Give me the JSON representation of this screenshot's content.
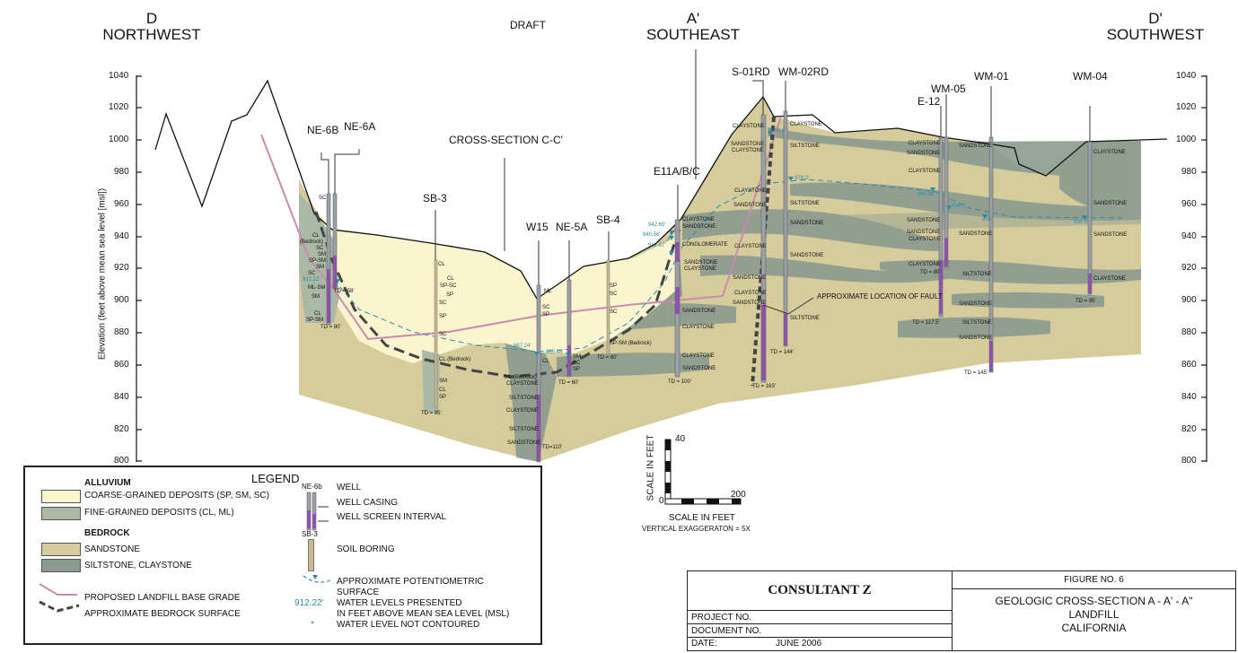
{
  "header": {
    "left": {
      "letter": "D",
      "direction": "NORTHWEST"
    },
    "center_note": "DRAFT",
    "center": {
      "letter": "A'",
      "direction": "SOUTHEAST"
    },
    "right": {
      "letter": "D'",
      "direction": "SOUTHWEST"
    }
  },
  "axis": {
    "ylabel": "Elevation  (feet above mean sea level [msl])",
    "ticks": [
      "1040",
      "1020",
      "1000",
      "980",
      "960",
      "940",
      "920",
      "900",
      "880",
      "860",
      "840",
      "820",
      "800"
    ]
  },
  "borings": {
    "ne6b": "NE-6B",
    "ne6a": "NE-6A",
    "sb3": "SB-3",
    "cross_section": "CROSS-SECTION C-C'",
    "w15": "W15",
    "ne5a": "NE-5A",
    "sb4": "SB-4",
    "e11": "E11A/B/C",
    "s01rd": "S-01RD",
    "wm02rd": "WM-02RD",
    "e12": "E-12",
    "wm05": "WM-05",
    "wm01": "WM-01",
    "wm04": "WM-04"
  },
  "annotations": {
    "fault": "APPROXIMATE LOCATION OF FAULT",
    "td_ne6": "TD = 80'",
    "td_ne6a": "TD = 58'",
    "td_sb3": "TD = 85'",
    "td_w15": "TD=110'",
    "td_ne5a": "TD = 60'",
    "td_sb4": "TD = 60'",
    "td_e11": "TD = 100'",
    "td_s01": "TD = 163'",
    "td_wm02": "TD = 144'",
    "td_e12": "TD = 117.5'",
    "td_wm05": "TD = 80'",
    "td_wm01": "TD = 145'",
    "td_wm04": "TD = 95'",
    "wl_ne6": "912.22'",
    "wl_w15": "867.24'",
    "wl_ne5a": "865.48'",
    "wl_e11a": "942.65'",
    "wl_e11b": "940.56'",
    "wl_e11c": "912.87'",
    "wl_s01": "1000.6'",
    "wl_wm02": "978.3'",
    "wl_e12": "969.86'",
    "wl_wm05": "958.3'",
    "wl_wm01": "950'",
    "wl_wm04": "950.6'"
  },
  "lithology": {
    "claystone": "CLAYSTONE",
    "sandstone": "SANDSTONE",
    "siltstone": "SILTSTONE",
    "conglomerate": "CONGLOMERATE",
    "sc": "SC",
    "sm": "SM",
    "cl": "CL",
    "sp": "SP",
    "ml": "ML",
    "sp_sm": "SP-SM",
    "ml_sm": "ML-SM",
    "sp_sc": "SP-SC",
    "bc": "BC",
    "cl_bedrock": "CL (Bedrock)",
    "bedrock": "(Bedrock)",
    "ml_bedrock": "ML (Bedrock)",
    "sp_sm_bedrock": "SP-SM (Bedrock)"
  },
  "scale": {
    "vertical_value": "40",
    "zero": "0",
    "horizontal_value": "200",
    "vertical_label": "SCALE IN FEET",
    "horizontal_label": "SCALE IN FEET",
    "exaggeration": "VERTICAL EXAGGERATON = 5X"
  },
  "legend": {
    "title": "LEGEND",
    "alluvium_heading": "ALLUVIUM",
    "coarse": "COARSE-GRAINED DEPOSITS (SP, SM, SC)",
    "fine": "FINE-GRAINED DEPOSITS (CL, ML)",
    "bedrock_heading": "BEDROCK",
    "sandstone": "SANDSTONE",
    "siltstone": "SILTSTONE, CLAYSTONE",
    "landfill": "PROPOSED LANDFILL BASE GRADE",
    "bedrock_surface": "APPROXIMATE BEDROCK SURFACE",
    "well_id": "NE-6b",
    "well": "WELL",
    "casing": "WELL CASING",
    "screen": "WELL SCREEN INTERVAL",
    "boring_id": "SB-3",
    "boring": "SOIL BORING",
    "potentiometric_1": "APPROXIMATE POTENTIOMETRIC",
    "potentiometric_2": "SURFACE",
    "wl_example": "912.22'",
    "water_levels_1": "WATER LEVELS PRESENTED",
    "water_levels_2": "IN FEET ABOVE MEAN SEA LEVEL (MSL)",
    "not_contoured_symbol": "*",
    "not_contoured": "WATER LEVEL NOT CONTOURED"
  },
  "title_block": {
    "consultant": "CONSULTANT Z",
    "project_label": "PROJECT NO.",
    "document_label": "DOCUMENT NO.",
    "date_label": "DATE:",
    "date_value": "JUNE 2006",
    "figure": "FIGURE NO. 6",
    "title_1": "GEOLOGIC CROSS-SECTION A - A' - A\"",
    "title_2": "LANDFILL",
    "title_3": "CALIFORNIA"
  },
  "colors": {
    "coarse": "#fbf5cf",
    "fine": "#aab8a4",
    "sandstone": "#d6cc9b",
    "siltstone": "#8b9b8f",
    "landfill": "#c98aaf",
    "water": "#2a8aa6",
    "screen": "#8a55a8"
  }
}
